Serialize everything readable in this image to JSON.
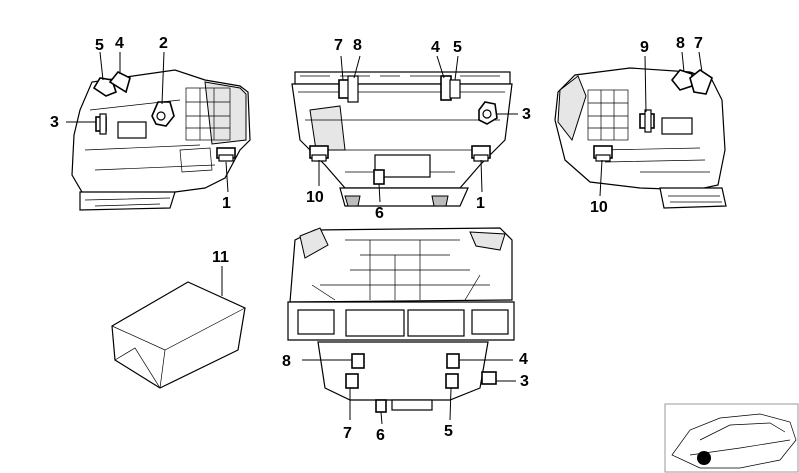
{
  "diagram": {
    "callouts": {
      "left_5": "5",
      "left_4": "4",
      "left_2": "2",
      "left_3": "3",
      "left_1": "1",
      "top_7": "7",
      "top_8": "8",
      "top_4": "4",
      "top_5": "5",
      "top_3": "3",
      "top_10": "10",
      "top_6": "6",
      "top_1": "1",
      "right_9": "9",
      "right_8": "8",
      "right_7": "7",
      "right_10": "10",
      "foam_11": "11",
      "bottom_8": "8",
      "bottom_4": "4",
      "bottom_3": "3",
      "bottom_7": "7",
      "bottom_6": "6",
      "bottom_5": "5"
    },
    "icons": [
      "heater-box-left-view",
      "heater-box-top-view",
      "heater-box-right-view",
      "heater-box-bottom-view",
      "foam-pad",
      "car-location-thumbnail"
    ]
  }
}
